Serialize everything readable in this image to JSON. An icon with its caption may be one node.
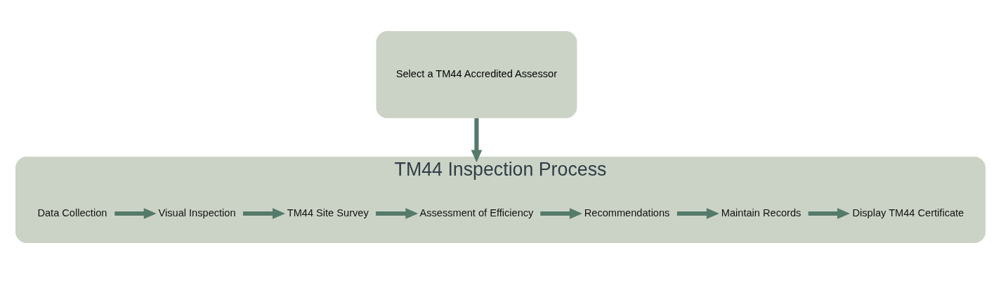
{
  "diagram": {
    "nodes": [
      {
        "text": [
          "Select a TM44 Accredited Assessor"
        ]
      },
      {
        "text": [
          "TM44 Inspection Process"
        ]
      },
      {
        "text": [
          "Data Collection"
        ],
        "in": 1
      },
      {
        "text": [
          "Visual Inspection"
        ],
        "in": 1
      },
      {
        "text": [
          "TM44 Site Survey"
        ],
        "in": 1
      },
      {
        "text": [
          "Assessment of Efficiency"
        ],
        "in": 1
      },
      {
        "text": [
          "Recommendations"
        ],
        "in": 1
      },
      {
        "text": [
          "Maintain Records"
        ],
        "in": 1
      },
      {
        "text": [
          "Display TM44 Certificate"
        ],
        "in": 1
      }
    ],
    "edges": [
      {
        "from": 0,
        "to": 1,
        "arrow": "to"
      },
      {
        "from": 2,
        "to": 3,
        "arrow": "to"
      },
      {
        "from": 3,
        "to": 4,
        "arrow": "to"
      },
      {
        "from": 4,
        "to": 5,
        "arrow": "to"
      },
      {
        "from": 5,
        "to": 6,
        "arrow": "to"
      },
      {
        "from": 6,
        "to": 7,
        "arrow": "to"
      },
      {
        "from": 7,
        "to": 8,
        "arrow": "to"
      }
    ]
  }
}
